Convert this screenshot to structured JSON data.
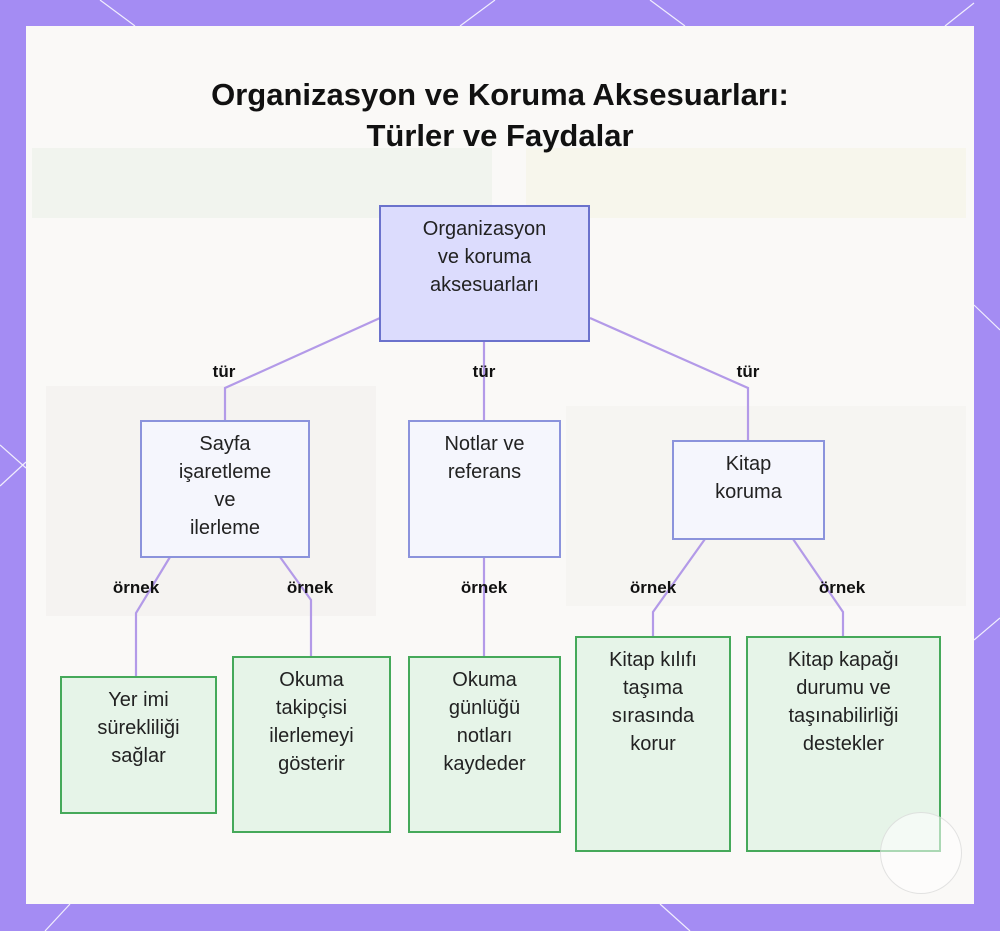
{
  "title": {
    "line1": "Organizasyon ve Koruma Aksesuarları:",
    "line2": "Türler ve Faydalar"
  },
  "nodes": {
    "root": "Organizasyon\nve koruma\naksesuarları",
    "page_marking": "Sayfa\nişaretleme\nve\nilerleme",
    "notes": "Notlar ve\nreferans",
    "book_protection": "Kitap\nkoruma",
    "leaf_place": "Yer imi\nsürekliliği\nsağlar",
    "leaf_tracker": "Okuma\ntakipçisi\nilerlemeyi\ngösterir",
    "leaf_journal": "Okuma\ngünlüğü\nnotları\nkaydeder",
    "leaf_sleeve": "Kitap kılıfı\ntaşıma\nsırasında\nkorur",
    "leaf_cover": "Kitap kapağı\ndurumu ve\ntaşınabilirliği\ndestekler"
  },
  "edge_labels": {
    "type_left": "tür",
    "type_center": "tür",
    "type_right": "tür",
    "example_1": "örnek",
    "example_2": "örnek",
    "example_3": "örnek",
    "example_4": "örnek",
    "example_5": "örnek"
  },
  "colors": {
    "frame": "#a48cf3",
    "root_fill": "#dcdcfd",
    "root_border": "#6b72cc",
    "mid_fill": "#f5f6fd",
    "mid_border": "#8b93dc",
    "leaf_fill": "#e6f4e8",
    "leaf_border": "#45a95a",
    "edge": "#b39ae8"
  }
}
